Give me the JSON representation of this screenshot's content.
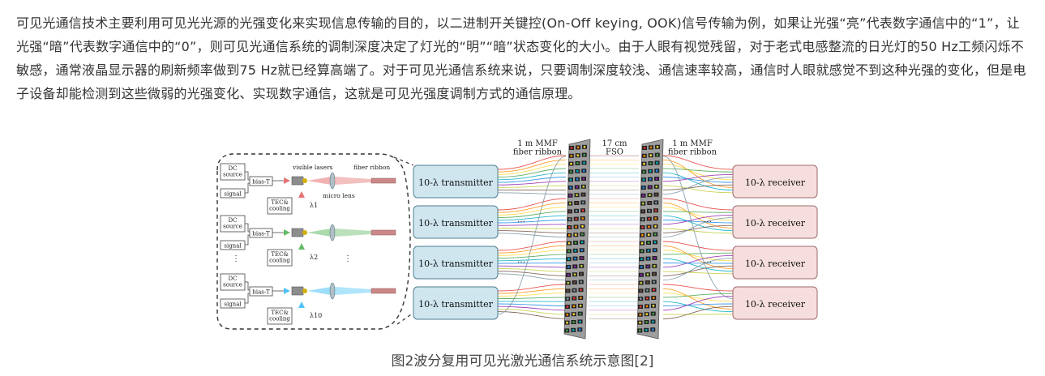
{
  "article": {
    "paragraph": "可见光通信技术主要利用可见光光源的光强变化来实现信息传输的目的，以二进制开关键控(On-Off keying, OOK)信号传输为例，如果让光强“亮”代表数字通信中的“1”，让光强“暗”代表数字通信中的“0”，则可见光通信系统的调制深度决定了灯光的“明”“暗”状态变化的大小。由于人眼有视觉残留，对于老式电感整流的日光灯的50 Hz工频闪烁不敏感，通常液晶显示器的刷新频率做到75 Hz就已经算高端了。对于可见光通信系统来说，只要调制深度较浅、通信速率较高，通信时人眼就感觉不到这种光强的变化，但是电子设备却能检测到这些微弱的光强变化、实现数字通信，这就是可见光强度调制方式的通信原理。"
  },
  "figure": {
    "caption": "图2波分复用可见光激光通信系统示意图[2]",
    "inset": {
      "dc_source": "DC\nsource",
      "bias_t": "bias-T",
      "signal": "signal",
      "tec_cooling": "TEC&\ncooling",
      "visible_lasers": "visible lasers",
      "fiber_ribbon": "fiber ribbon",
      "micro_lens": "micro lens",
      "lambda_labels": [
        "λ1",
        "λ2",
        "λ10"
      ],
      "ellipsis": "⋮"
    },
    "top_labels": {
      "left_ribbon": "1 m MMF\nfiber ribbon",
      "fso": "17 cm\nFSO",
      "right_ribbon": "1 m MMF\nfiber ribbon"
    },
    "transmitters": [
      "10-λ transmitter",
      "10-λ transmitter",
      "10-λ transmitter",
      "10-λ transmitter"
    ],
    "receivers": [
      "10-λ receiver",
      "10-λ receiver",
      "10-λ receiver",
      "10-λ receiver"
    ],
    "fiber_colors": [
      "#e53935",
      "#fb8c00",
      "#fdd835",
      "#43a047",
      "#00acc1",
      "#1e88e5",
      "#8e24aa",
      "#c0ca33",
      "#6d4c41",
      "#78909c"
    ],
    "box_fill": "#cfe6ef",
    "receiver_fill": "#f6dede"
  }
}
